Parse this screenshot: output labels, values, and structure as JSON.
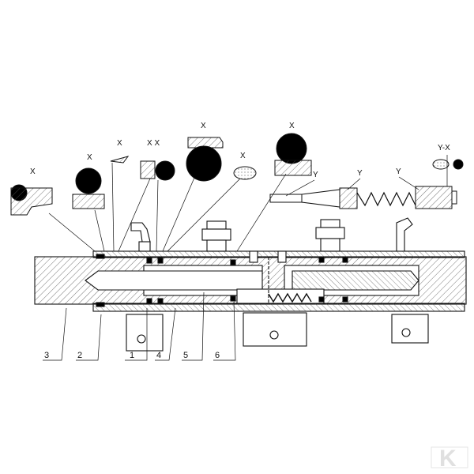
{
  "diagram": {
    "seal_labels": {
      "x1": "X",
      "x2": "X",
      "x3": "X",
      "x4": "X X",
      "x5": "X",
      "x6": "X",
      "x7": "X",
      "y1": "Y",
      "y2": "Y",
      "y3": "Y",
      "yx": "Y-X"
    },
    "part_numbers": {
      "p3": "3",
      "p2": "2",
      "p1": "1",
      "p4": "4",
      "p5": "5",
      "p6": "6"
    },
    "watermark": "K"
  },
  "colors": {
    "line": "#111111",
    "hatch": "#555555",
    "seal_fill": "#000000",
    "watermark": "#e2e2e2"
  }
}
